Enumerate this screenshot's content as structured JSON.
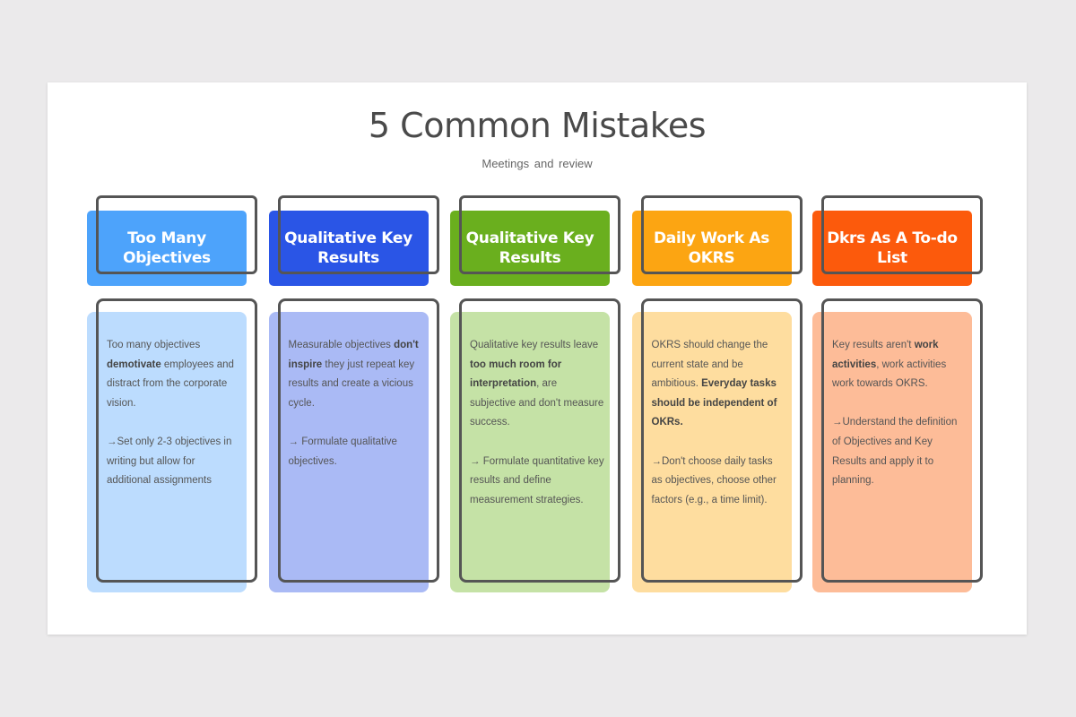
{
  "slide": {
    "title": "5 Common Mistakes",
    "subtitle": "Meetings and review"
  },
  "columns": [
    {
      "heading": "Too Many Objectives",
      "header_color": "#4da3fb",
      "body_color": "#bcdcfe",
      "paragraphs": [
        [
          {
            "t": "Too many objectives ",
            "b": false
          },
          {
            "t": "demotivate",
            "b": true
          },
          {
            "t": " employees and distract from the corporate vision.",
            "b": false
          }
        ],
        [
          {
            "t": "→Set only 2-3 objectives in writing but allow for additional assignments",
            "b": false
          }
        ]
      ]
    },
    {
      "heading": "Qualitative Key Results",
      "header_color": "#2a55e6",
      "body_color": "#aabaf5",
      "paragraphs": [
        [
          {
            "t": "Measurable objectives ",
            "b": false
          },
          {
            "t": "don't inspire",
            "b": true
          },
          {
            "t": " they just repeat key results and create a vicious cycle.",
            "b": false
          }
        ],
        [
          {
            "t": "→ Formulate qualitative objectives.",
            "b": false
          }
        ]
      ]
    },
    {
      "heading": "Qualitative Key Results",
      "header_color": "#6aaf1e",
      "body_color": "#c5e2a6",
      "paragraphs": [
        [
          {
            "t": "Qualitative key results leave ",
            "b": false
          },
          {
            "t": "too much room for interpretation",
            "b": true
          },
          {
            "t": ", are subjective and don't measure success.",
            "b": false
          }
        ],
        [
          {
            "t": "→ Formulate quantitative key results and define measurement strategies.",
            "b": false
          }
        ]
      ]
    },
    {
      "heading": "Daily Work As OKRS",
      "header_color": "#fca512",
      "body_color": "#fedd9f",
      "paragraphs": [
        [
          {
            "t": "OKRS should change the current state and be ambitious. ",
            "b": false
          },
          {
            "t": "Everyday tasks should be independent of OKRs.",
            "b": true
          }
        ],
        [
          {
            "t": "→Don't choose daily tasks as objectives, choose other factors (e.g., a time limit).",
            "b": false
          }
        ]
      ]
    },
    {
      "heading": "Dkrs As A To-do List",
      "header_color": "#fc5a0c",
      "body_color": "#fdbc98",
      "paragraphs": [
        [
          {
            "t": "Key results aren't ",
            "b": false
          },
          {
            "t": "work activities",
            "b": true
          },
          {
            "t": ", work activities work towards OKRS.",
            "b": false
          }
        ],
        [
          {
            "t": "→Understand the definition of Objectives and Key Results and apply it to planning.",
            "b": false
          }
        ]
      ]
    }
  ],
  "colors": {
    "page_bg": "#ebeaeb",
    "slide_bg": "#ffffff",
    "outline": "#555555",
    "title_text": "#4a4a4a"
  }
}
